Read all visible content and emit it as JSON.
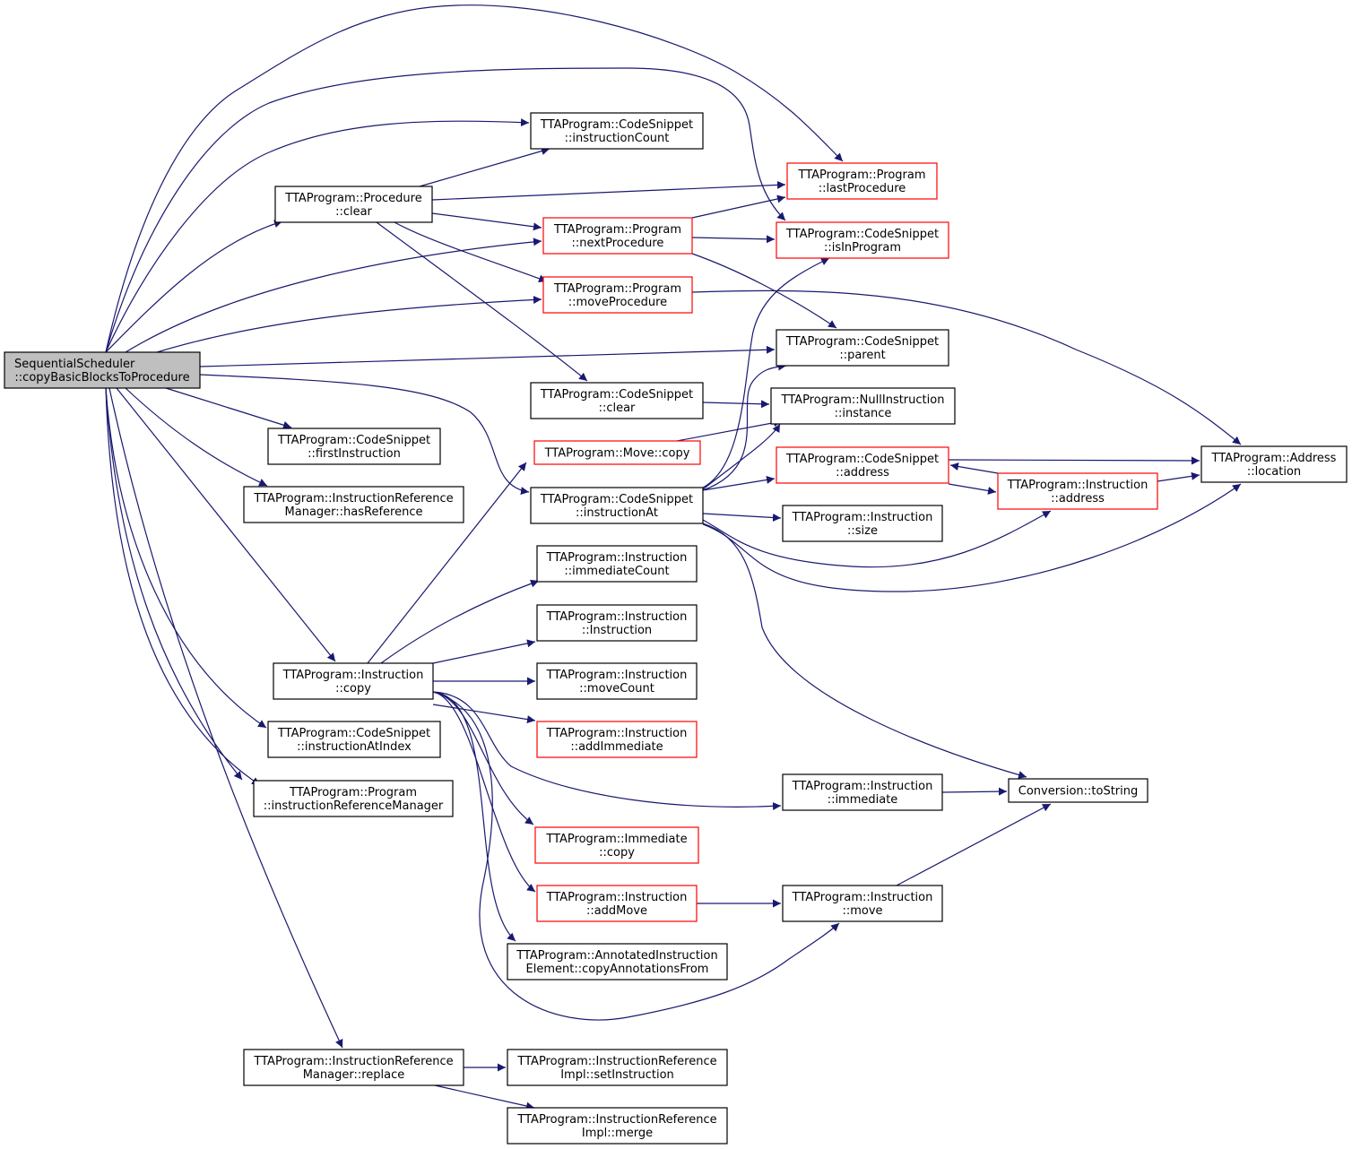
{
  "colors": {
    "edge": "#191970",
    "node_border": "#000000",
    "node_border_truncated": "#ff0000",
    "root_fill": "#bfbfbf",
    "node_fill": "#ffffff"
  },
  "nodes": [
    {
      "id": "root",
      "lines": [
        "SequentialScheduler",
        "::copyBasicBlocksToProcedure"
      ],
      "style": "root"
    },
    {
      "id": "cs_instructionCount",
      "lines": [
        "TTAProgram::CodeSnippet",
        "::instructionCount"
      ],
      "style": "normal"
    },
    {
      "id": "prog_lastProcedure",
      "lines": [
        "TTAProgram::Program",
        "::lastProcedure"
      ],
      "style": "truncated"
    },
    {
      "id": "proc_clear",
      "lines": [
        "TTAProgram::Procedure",
        "::clear"
      ],
      "style": "normal"
    },
    {
      "id": "prog_nextProcedure",
      "lines": [
        "TTAProgram::Program",
        "::nextProcedure"
      ],
      "style": "truncated"
    },
    {
      "id": "cs_isInProgram",
      "lines": [
        "TTAProgram::CodeSnippet",
        "::isInProgram"
      ],
      "style": "truncated"
    },
    {
      "id": "prog_moveProcedure",
      "lines": [
        "TTAProgram::Program",
        "::moveProcedure"
      ],
      "style": "truncated"
    },
    {
      "id": "cs_parent",
      "lines": [
        "TTAProgram::CodeSnippet",
        "::parent"
      ],
      "style": "normal"
    },
    {
      "id": "cs_clear",
      "lines": [
        "TTAProgram::CodeSnippet",
        "::clear"
      ],
      "style": "normal"
    },
    {
      "id": "null_instance",
      "lines": [
        "TTAProgram::NullInstruction",
        "::instance"
      ],
      "style": "normal"
    },
    {
      "id": "move_copy",
      "lines": [
        "TTAProgram::Move::copy"
      ],
      "style": "truncated"
    },
    {
      "id": "cs_address",
      "lines": [
        "TTAProgram::CodeSnippet",
        "::address"
      ],
      "style": "truncated"
    },
    {
      "id": "addr_location",
      "lines": [
        "TTAProgram::Address",
        "::location"
      ],
      "style": "normal"
    },
    {
      "id": "cs_firstInstruction",
      "lines": [
        "TTAProgram::CodeSnippet",
        "::firstInstruction"
      ],
      "style": "normal"
    },
    {
      "id": "irm_hasReference",
      "lines": [
        "TTAProgram::InstructionReference",
        "Manager::hasReference"
      ],
      "style": "normal"
    },
    {
      "id": "cs_instructionAt",
      "lines": [
        "TTAProgram::CodeSnippet",
        "::instructionAt"
      ],
      "style": "normal"
    },
    {
      "id": "instr_address",
      "lines": [
        "TTAProgram::Instruction",
        "::address"
      ],
      "style": "truncated"
    },
    {
      "id": "instr_size",
      "lines": [
        "TTAProgram::Instruction",
        "::size"
      ],
      "style": "normal"
    },
    {
      "id": "instr_immediateCount",
      "lines": [
        "TTAProgram::Instruction",
        "::immediateCount"
      ],
      "style": "normal"
    },
    {
      "id": "instr_Instruction",
      "lines": [
        "TTAProgram::Instruction",
        "::Instruction"
      ],
      "style": "normal"
    },
    {
      "id": "instr_copy",
      "lines": [
        "TTAProgram::Instruction",
        "::copy"
      ],
      "style": "normal"
    },
    {
      "id": "instr_moveCount",
      "lines": [
        "TTAProgram::Instruction",
        "::moveCount"
      ],
      "style": "normal"
    },
    {
      "id": "cs_instructionAtIndex",
      "lines": [
        "TTAProgram::CodeSnippet",
        "::instructionAtIndex"
      ],
      "style": "normal"
    },
    {
      "id": "instr_addImmediate",
      "lines": [
        "TTAProgram::Instruction",
        "::addImmediate"
      ],
      "style": "truncated"
    },
    {
      "id": "instr_immediate",
      "lines": [
        "TTAProgram::Instruction",
        "::immediate"
      ],
      "style": "normal"
    },
    {
      "id": "conv_toString",
      "lines": [
        "Conversion::toString"
      ],
      "style": "normal"
    },
    {
      "id": "prog_irm",
      "lines": [
        "TTAProgram::Program",
        "::instructionReferenceManager"
      ],
      "style": "normal"
    },
    {
      "id": "imm_copy",
      "lines": [
        "TTAProgram::Immediate",
        "::copy"
      ],
      "style": "truncated"
    },
    {
      "id": "instr_addMove",
      "lines": [
        "TTAProgram::Instruction",
        "::addMove"
      ],
      "style": "truncated"
    },
    {
      "id": "instr_move",
      "lines": [
        "TTAProgram::Instruction",
        "::move"
      ],
      "style": "normal"
    },
    {
      "id": "aie_copyAnnotationsFrom",
      "lines": [
        "TTAProgram::AnnotatedInstruction",
        "Element::copyAnnotationsFrom"
      ],
      "style": "normal"
    },
    {
      "id": "irm_replace",
      "lines": [
        "TTAProgram::InstructionReference",
        "Manager::replace"
      ],
      "style": "normal"
    },
    {
      "id": "iri_setInstruction",
      "lines": [
        "TTAProgram::InstructionReference",
        "Impl::setInstruction"
      ],
      "style": "normal"
    },
    {
      "id": "iri_merge",
      "lines": [
        "TTAProgram::InstructionReference",
        "Impl::merge"
      ],
      "style": "normal"
    }
  ],
  "edges": [
    {
      "from": "root",
      "to": "prog_lastProcedure"
    },
    {
      "from": "root",
      "to": "cs_isInProgram"
    },
    {
      "from": "root",
      "to": "cs_instructionCount"
    },
    {
      "from": "root",
      "to": "proc_clear"
    },
    {
      "from": "root",
      "to": "prog_nextProcedure"
    },
    {
      "from": "root",
      "to": "prog_moveProcedure"
    },
    {
      "from": "root",
      "to": "cs_parent"
    },
    {
      "from": "root",
      "to": "cs_instructionAt"
    },
    {
      "from": "root",
      "to": "cs_firstInstruction"
    },
    {
      "from": "root",
      "to": "irm_hasReference"
    },
    {
      "from": "root",
      "to": "instr_copy"
    },
    {
      "from": "root",
      "to": "cs_instructionAtIndex"
    },
    {
      "from": "root",
      "to": "prog_irm"
    },
    {
      "from": "root",
      "to": "irm_replace"
    },
    {
      "from": "root",
      "to": "instr_move"
    },
    {
      "from": "proc_clear",
      "to": "cs_instructionCount"
    },
    {
      "from": "proc_clear",
      "to": "prog_lastProcedure"
    },
    {
      "from": "proc_clear",
      "to": "prog_nextProcedure"
    },
    {
      "from": "proc_clear",
      "to": "prog_moveProcedure"
    },
    {
      "from": "proc_clear",
      "to": "cs_clear"
    },
    {
      "from": "prog_nextProcedure",
      "to": "prog_lastProcedure"
    },
    {
      "from": "prog_nextProcedure",
      "to": "cs_isInProgram"
    },
    {
      "from": "prog_nextProcedure",
      "to": "cs_parent"
    },
    {
      "from": "prog_moveProcedure",
      "to": "addr_location"
    },
    {
      "from": "cs_clear",
      "to": "null_instance"
    },
    {
      "from": "move_copy",
      "to": "null_instance"
    },
    {
      "from": "cs_instructionAt",
      "to": "cs_isInProgram"
    },
    {
      "from": "cs_instructionAt",
      "to": "cs_parent"
    },
    {
      "from": "cs_instructionAt",
      "to": "null_instance"
    },
    {
      "from": "cs_instructionAt",
      "to": "cs_address"
    },
    {
      "from": "cs_instructionAt",
      "to": "instr_address"
    },
    {
      "from": "cs_instructionAt",
      "to": "instr_size"
    },
    {
      "from": "cs_instructionAt",
      "to": "addr_location"
    },
    {
      "from": "cs_instructionAt",
      "to": "conv_toString"
    },
    {
      "from": "cs_address",
      "to": "addr_location"
    },
    {
      "from": "cs_address",
      "to": "instr_address"
    },
    {
      "from": "instr_address",
      "to": "cs_address"
    },
    {
      "from": "instr_address",
      "to": "addr_location"
    },
    {
      "from": "instr_copy",
      "to": "move_copy"
    },
    {
      "from": "instr_copy",
      "to": "instr_immediateCount"
    },
    {
      "from": "instr_copy",
      "to": "instr_Instruction"
    },
    {
      "from": "instr_copy",
      "to": "instr_moveCount"
    },
    {
      "from": "instr_copy",
      "to": "instr_addImmediate"
    },
    {
      "from": "instr_copy",
      "to": "instr_immediate"
    },
    {
      "from": "instr_copy",
      "to": "imm_copy"
    },
    {
      "from": "instr_copy",
      "to": "instr_addMove"
    },
    {
      "from": "instr_copy",
      "to": "aie_copyAnnotationsFrom"
    },
    {
      "from": "instr_copy",
      "to": "instr_move"
    },
    {
      "from": "instr_immediate",
      "to": "conv_toString"
    },
    {
      "from": "instr_addMove",
      "to": "instr_move"
    },
    {
      "from": "instr_move",
      "to": "conv_toString"
    },
    {
      "from": "irm_replace",
      "to": "iri_setInstruction"
    },
    {
      "from": "irm_replace",
      "to": "iri_merge"
    }
  ]
}
